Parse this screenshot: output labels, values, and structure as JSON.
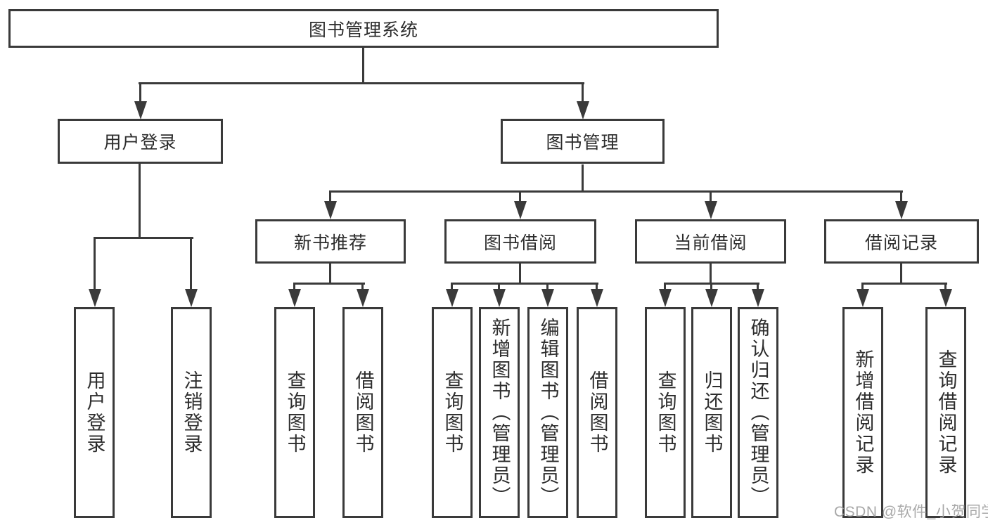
{
  "diagram_title": "图书管理系统",
  "nodes": {
    "root": "图书管理系统",
    "level2": {
      "user_login": "用户登录",
      "book_management": "图书管理"
    },
    "level3": {
      "new_book_recommend": "新书推荐",
      "book_borrow": "图书借阅",
      "current_borrow": "当前借阅",
      "borrow_records": "借阅记录"
    },
    "leaves": {
      "ul_login": "用户登录",
      "ul_logout": "注销登录",
      "nb_query": "查询图书",
      "nb_borrow": "借阅图书",
      "bb_query": "查询图书",
      "bb_add": "新增图书（管理员）",
      "bb_edit": "编辑图书（管理员）",
      "bb_borrow": "借阅图书",
      "cb_query": "查询图书",
      "cb_return": "归还图书",
      "cb_confirm": "确认归还（管理员）",
      "br_add": "新增借阅记录",
      "br_query": "查询借阅记录"
    }
  },
  "watermark": "CSDN @软件_小贺同学",
  "colors": {
    "line": "#3a3a3a",
    "box_border": "#3a3a3a",
    "text": "#2d2d2d",
    "background": "#ffffff",
    "watermark": "#9e9e9e"
  }
}
